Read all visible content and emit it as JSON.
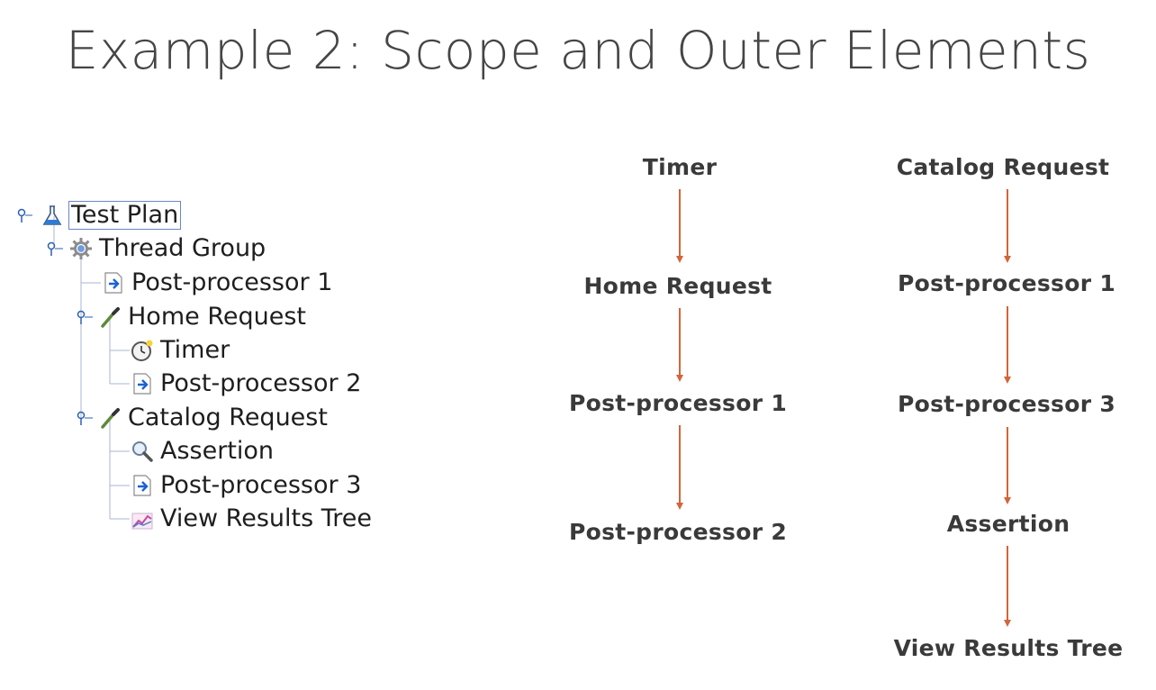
{
  "title": "Example 2: Scope and Outer Elements",
  "tree": {
    "test_plan": "Test Plan",
    "thread_group": "Thread Group",
    "post_processor_1": "Post-processor 1",
    "home_request": "Home Request",
    "timer": "Timer",
    "post_processor_2": "Post-processor 2",
    "catalog_request": "Catalog Request",
    "assertion": "Assertion",
    "post_processor_3": "Post-processor 3",
    "view_results_tree": "View Results Tree"
  },
  "flows": {
    "left": [
      "Timer",
      "Home Request",
      "Post-processor 1",
      "Post-processor 2"
    ],
    "right": [
      "Catalog Request",
      "Post-processor 1",
      "Post-processor 3",
      "Assertion",
      "View Results Tree"
    ]
  },
  "colors": {
    "arrow": "#d4643a",
    "title": "#454545",
    "tree_line": "#a9b6d3",
    "selection": "#6a86c8"
  }
}
